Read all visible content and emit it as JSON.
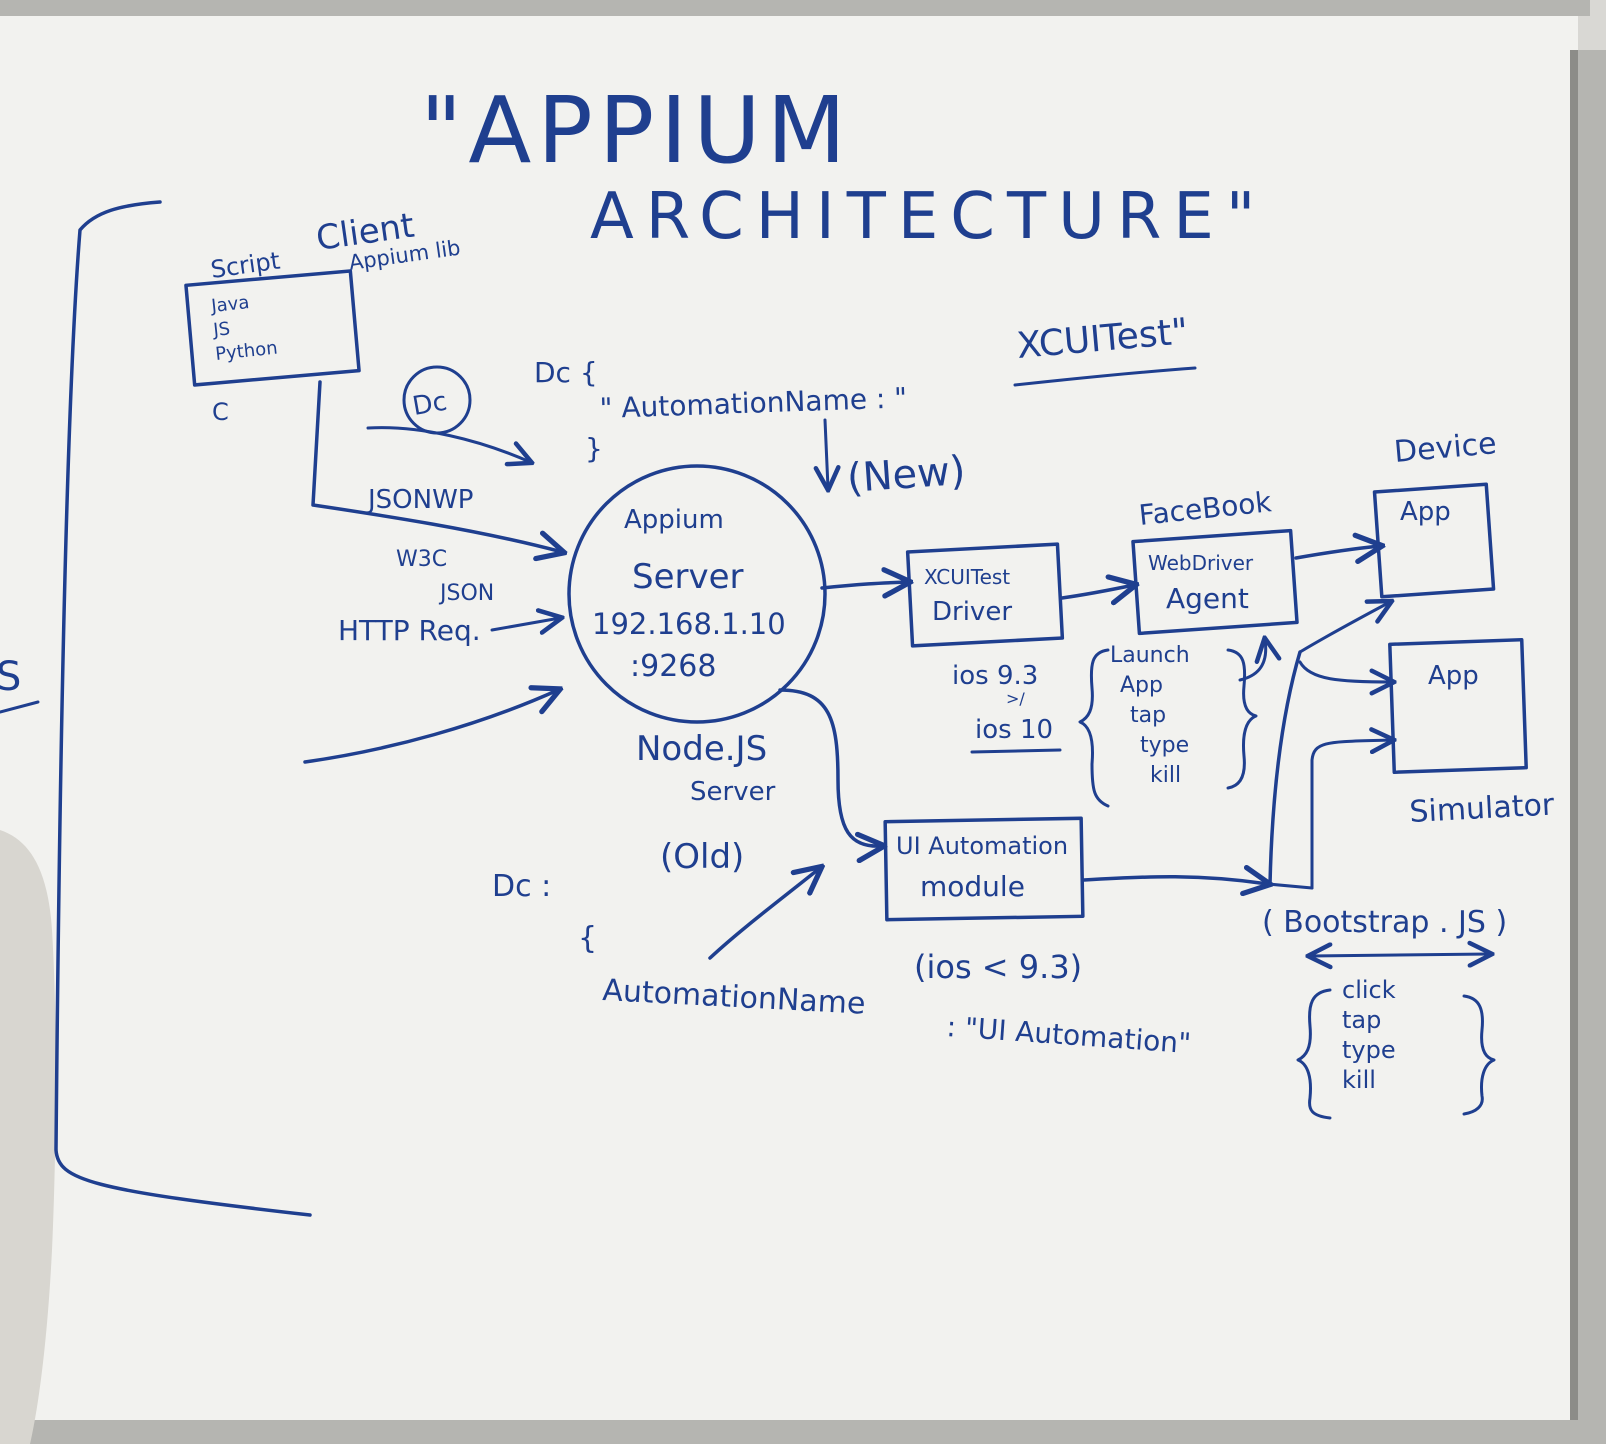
{
  "ink_color": "#1f3f8f",
  "colors": {
    "board": "#f2f2ef",
    "frame": "#b5b5b1",
    "frame_dark": "#8c8c88",
    "wall": "#d9d8d4",
    "person": "#d8d6d0"
  },
  "title": {
    "line1": "\"APPIUM",
    "line2": "ARCHITECTURE\""
  },
  "client": {
    "script_label": "Script",
    "client_label": "Client",
    "lib_label": "Appium lib",
    "languages": [
      "Java",
      "JS",
      "Python"
    ],
    "c_label": "C",
    "dc_bubble": "Dc"
  },
  "protocols": {
    "jsonwp": "JSONWP",
    "w3c": "W3C",
    "json": "JSON",
    "http": "HTTP Req."
  },
  "dc_new": {
    "open": "Dc {",
    "key": "\" AutomationName : \"",
    "value": "XCUITest\"",
    "close": "}",
    "new_tag": "(New)"
  },
  "server": {
    "name": "Appium",
    "role": "Server",
    "ip": "192.168.1.10",
    "port": ":9268",
    "caption1": "Node.JS",
    "caption2": "Server",
    "old_tag": "(Old)"
  },
  "xcui_driver": {
    "line1": "XCUITest",
    "line2": "Driver"
  },
  "wda": {
    "vendor": "FaceBook",
    "line1": "WebDriver",
    "line2": "Agent"
  },
  "ios_versions": {
    "line1": "ios 9.3",
    "sep": ">/",
    "line2": "ios 10"
  },
  "commands_new": [
    "Launch",
    "App",
    "tap",
    "type",
    "kill"
  ],
  "device_label": "Device",
  "simulator_label": "Simulator",
  "app_label": "App",
  "ui_module": {
    "line1": "UI Automation",
    "line2": "module",
    "caption": "(ios < 9.3)"
  },
  "dc_old": {
    "open": "Dc :",
    "brace": "{",
    "key": "AutomationName",
    "value": ": \"UI Automation\""
  },
  "bootstrap_label": "( Bootstrap . JS )",
  "commands_old": [
    "click",
    "tap",
    "type",
    "kill"
  ],
  "left_partial": "S"
}
